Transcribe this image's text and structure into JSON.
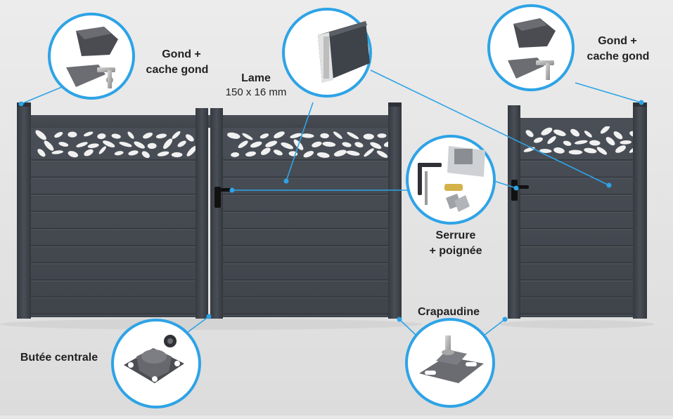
{
  "labels": {
    "gond_left_line1": "Gond +",
    "gond_left_line2": "cache gond",
    "lame_title": "Lame",
    "lame_size": "150 x 16 mm",
    "gond_right_line1": "Gond +",
    "gond_right_line2": "cache gond",
    "serrure_line1": "Serrure",
    "serrure_line2": "+ poignée",
    "crapaudine": "Crapaudine",
    "butee": "Butée centrale"
  },
  "colors": {
    "background": "#e7e7e7",
    "gate_panel": "#454a52",
    "gate_post": "#3c4148",
    "slat_line": "#2f333a",
    "callout_ring": "#2ea3e6",
    "leaf_cutout": "#f1f1f1"
  },
  "components": {
    "hinge_left": "hinge-cap-icon",
    "blade": "aluminium-blade-profile-icon",
    "hinge_right": "hinge-cap-icon",
    "lock": "lock-handle-icon",
    "crapaudine": "floor-pivot-bracket-icon",
    "stop": "central-stop-icon"
  }
}
